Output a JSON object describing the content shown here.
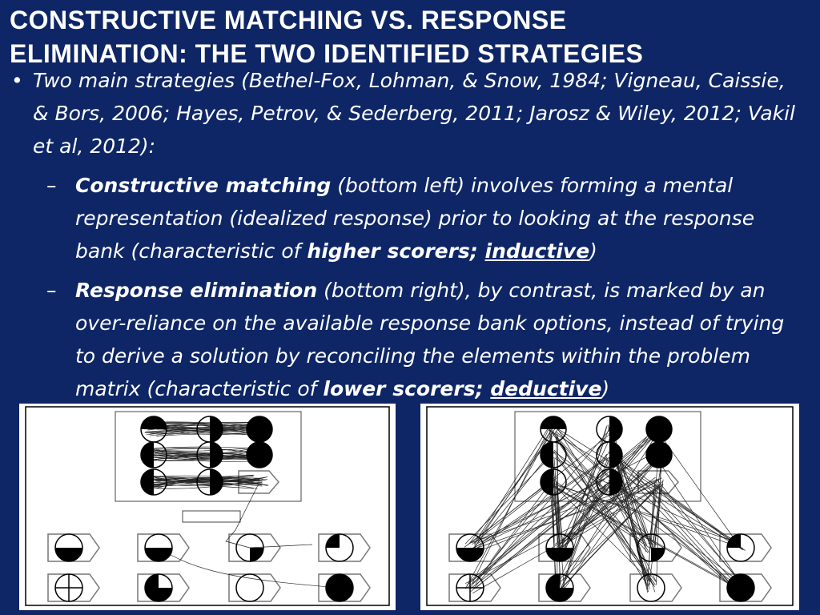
{
  "title": {
    "line1": "CONSTRUCTIVE MATCHING VS. RESPONSE",
    "line2": "ELIMINATION: THE TWO IDENTIFIED STRATEGIES"
  },
  "bullet": {
    "mark": "•",
    "text": "Two main strategies (Bethel-Fox, Lohman, & Snow, 1984; Vigneau, Caissie, & Bors, 2006; Hayes, Petrov, & Sederberg, 2011; Jarosz & Wiley, 2012; Vakil et al, 2012):"
  },
  "sub1": {
    "mark": "–",
    "term": "Constructive matching",
    "text_a": " (bottom left) involves forming a mental representation (idealized response) prior to looking at the response bank (characteristic of ",
    "bold_a": "higher scorers; ",
    "underlined": "inductive",
    "text_b": ")"
  },
  "sub2": {
    "mark": "–",
    "term": "Response elimination",
    "text_a": " (bottom right), by contrast, is marked by an over-reliance on the available response bank options, instead of trying to derive a solution by reconciling the elements within the problem matrix (characteristic of ",
    "bold_a": "lower scorers; ",
    "underlined": "deductive",
    "text_b": ")"
  }
}
